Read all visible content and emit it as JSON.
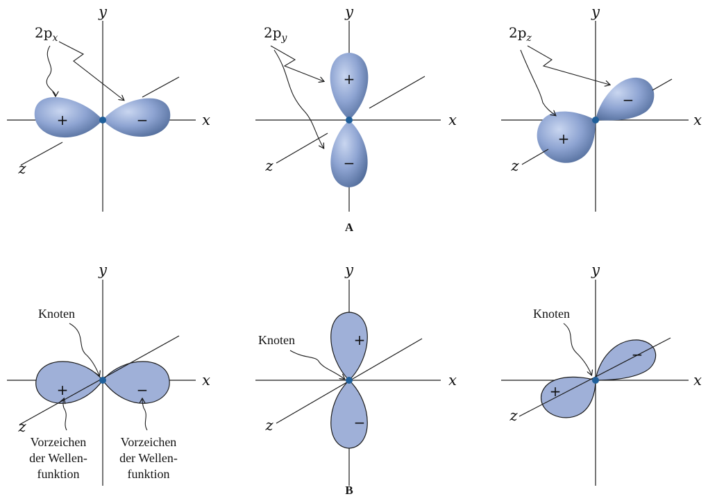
{
  "axes": {
    "x": "x",
    "y": "y",
    "z": "z"
  },
  "panel_labels": {
    "top": "A",
    "bottom": "B"
  },
  "orbitals": {
    "px": {
      "base": "2p",
      "sub": "x"
    },
    "py": {
      "base": "2p",
      "sub": "y"
    },
    "pz": {
      "base": "2p",
      "sub": "z"
    }
  },
  "signs": {
    "plus": "+",
    "minus": "−"
  },
  "labels": {
    "node": "Knoten",
    "sign_line1": "Vorzeichen",
    "sign_line2": "der Wellen-",
    "sign_line3": "funktion"
  },
  "colors": {
    "lobe_fill": "#9fb0d8",
    "lobe_3d_light": "#b8c8e8",
    "lobe_3d_dark": "#4d6896",
    "node": "#1f5f9a"
  }
}
